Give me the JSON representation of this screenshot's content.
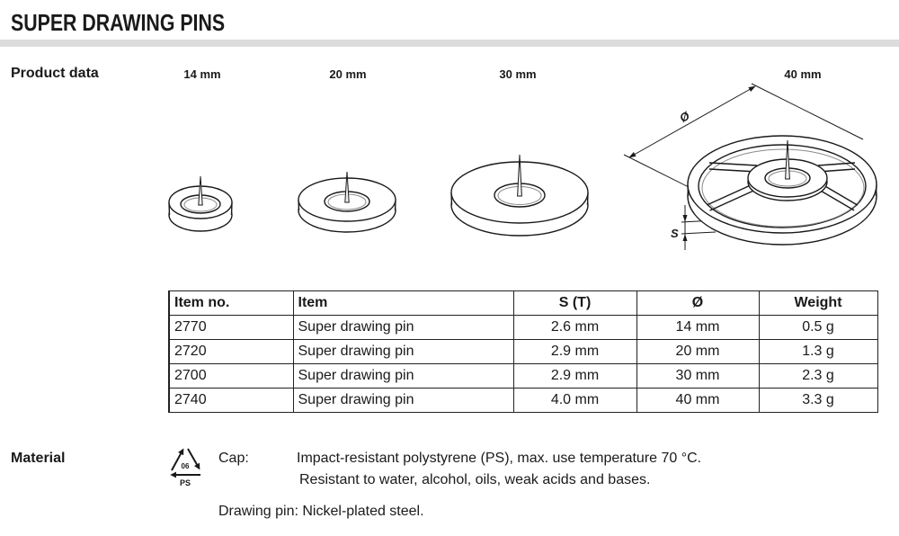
{
  "title": "SUPER DRAWING PINS",
  "product_data_label": "Product data",
  "sizes": [
    "14 mm",
    "20 mm",
    "30 mm",
    "40 mm"
  ],
  "diagram_labels": {
    "diameter": "Ø",
    "thickness": "S"
  },
  "table": {
    "headers": [
      "Item no.",
      "Item",
      "S (T)",
      "Ø",
      "Weight"
    ],
    "rows": [
      [
        "2770",
        "Super drawing pin",
        "2.6 mm",
        "14 mm",
        "0.5 g"
      ],
      [
        "2720",
        "Super drawing pin",
        "2.9 mm",
        "20 mm",
        "1.3 g"
      ],
      [
        "2700",
        "Super drawing pin",
        "2.9 mm",
        "30 mm",
        "2.3 g"
      ],
      [
        "2740",
        "Super drawing pin",
        "4.0 mm",
        "40 mm",
        "3.3 g"
      ]
    ]
  },
  "material": {
    "label": "Material",
    "recycling_code": "06",
    "recycling_material": "PS",
    "cap_label": "Cap:",
    "cap_text_line1": "Impact-resistant polystyrene (PS), max. use temperature 70 °C.",
    "cap_text_line2": "Resistant to water, alcohol, oils, weak acids and bases.",
    "drawing_pin_text": "Drawing pin: Nickel-plated steel."
  },
  "colors": {
    "header_bar": "#dcdcdc",
    "text": "#1a1a1a"
  }
}
